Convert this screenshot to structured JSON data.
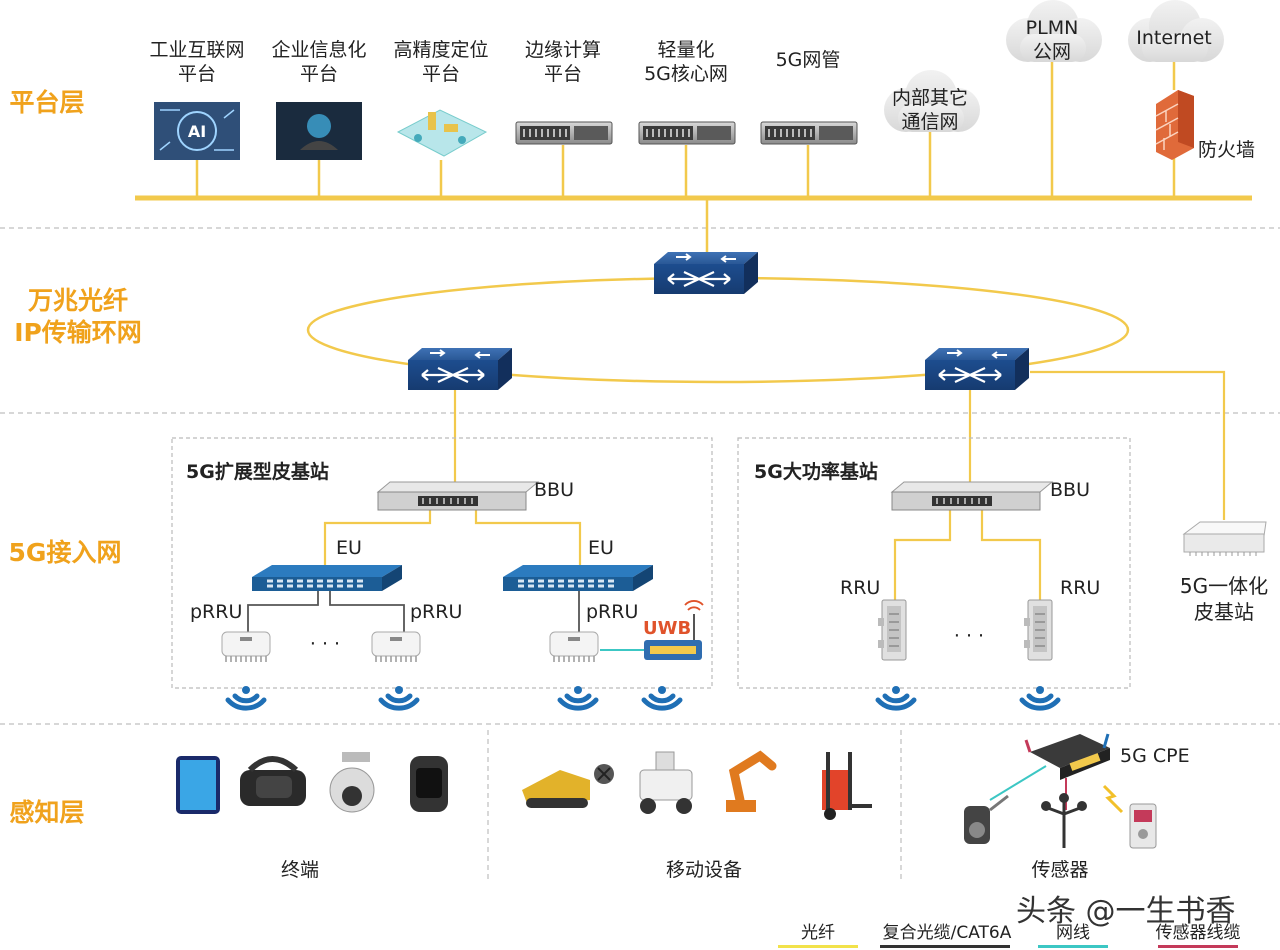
{
  "layers": {
    "platform": "平台层",
    "ring_line1": "万兆光纤",
    "ring_line2": "IP传输环网",
    "access": "5G接入网",
    "perception": "感知层"
  },
  "platform": {
    "items": [
      {
        "line1": "工业互联网",
        "line2": "平台"
      },
      {
        "line1": "企业信息化",
        "line2": "平台"
      },
      {
        "line1": "高精度定位",
        "line2": "平台"
      },
      {
        "line1": "边缘计算",
        "line2": "平台"
      },
      {
        "line1": "轻量化",
        "line2": "5G核心网"
      },
      {
        "line1": "5G网管",
        "line2": ""
      }
    ],
    "ai_badge": "AI",
    "clouds": [
      {
        "line1": "内部其它",
        "line2": "通信网"
      },
      {
        "line1": "PLMN",
        "line2": "公网"
      },
      {
        "line1": "Internet",
        "line2": ""
      }
    ],
    "firewall": "防火墙"
  },
  "access": {
    "ext_station_title": "5G扩展型皮基站",
    "high_power_title": "5G大功率基站",
    "bbu": "BBU",
    "eu": "EU",
    "prru": "pRRU",
    "rru": "RRU",
    "uwb": "UWB",
    "dots": "· · ·",
    "integrated_line1": "5G一体化",
    "integrated_line2": "皮基站"
  },
  "perception": {
    "terminals": "终端",
    "mobile": "移动设备",
    "cpe": "5G CPE",
    "sensors": "传感器"
  },
  "legend": [
    {
      "label": "光纤",
      "color": "#f2e24a"
    },
    {
      "label": "复合光缆/CAT6A",
      "color": "#333333"
    },
    {
      "label": "网线",
      "color": "#3cc7c4"
    },
    {
      "label": "传感器线缆",
      "color": "#c43a5a"
    }
  ],
  "watermark": "头条 @一生书香",
  "colors": {
    "accent": "#f0a21c",
    "fiber": "#f2c94c",
    "switch": "#1f4e8c",
    "wifi": "#1f6fb5"
  }
}
